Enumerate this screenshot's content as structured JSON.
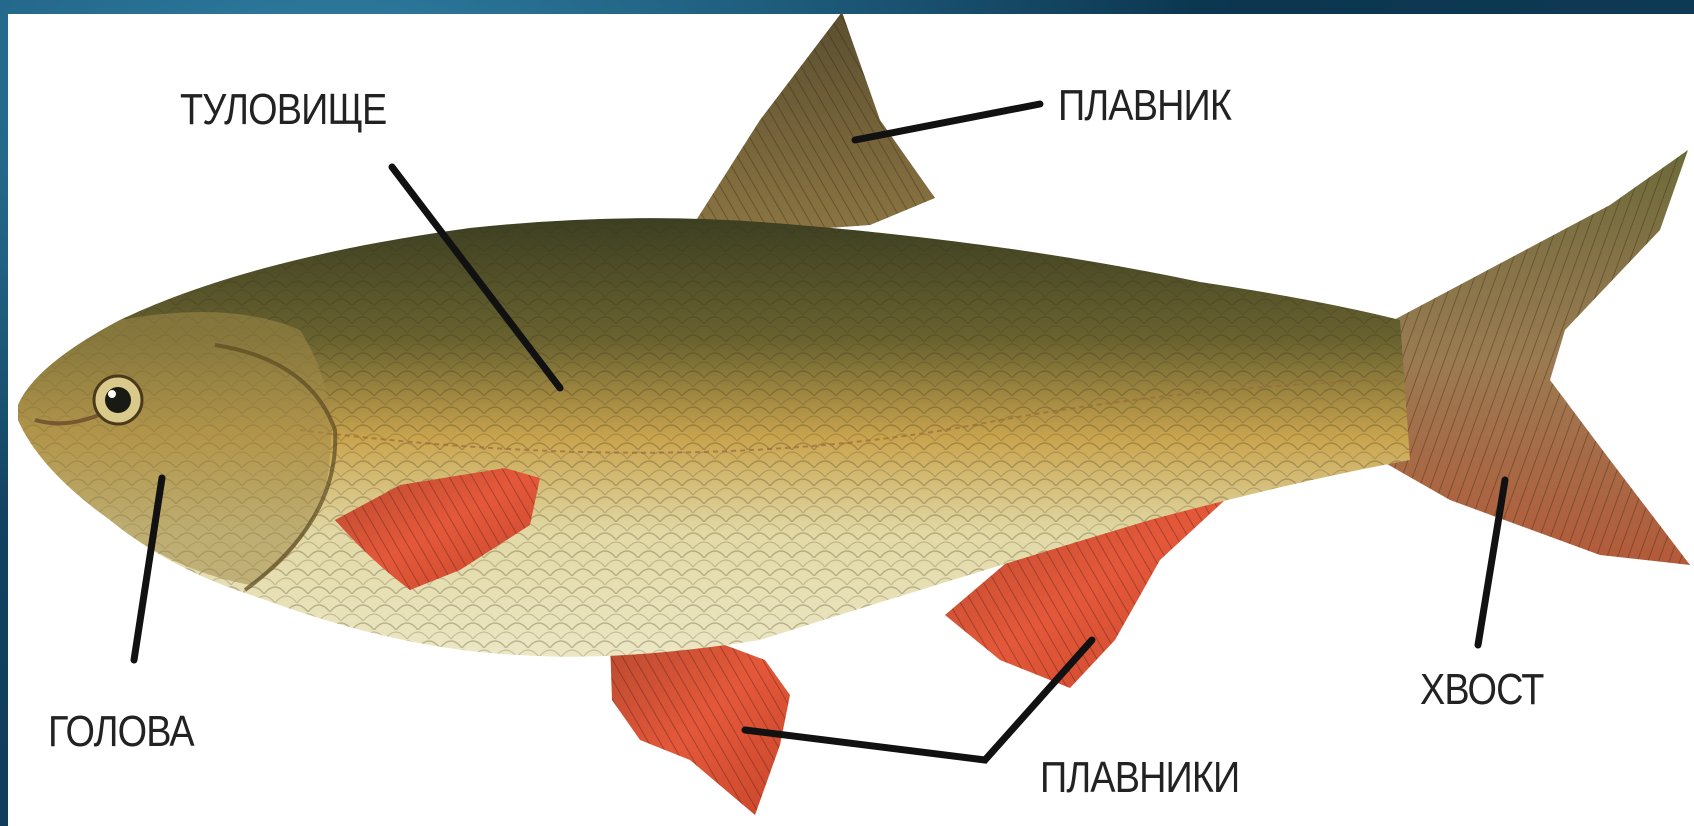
{
  "labels": {
    "body": "ТУЛОВИЩЕ",
    "dorsal_fin": "ПЛАВНИК",
    "head": "ГОЛОВА",
    "fins": "ПЛАВНИКИ",
    "tail": "ХВОСТ"
  },
  "colors": {
    "background": "#0d3550",
    "panel": "#ffffff",
    "label_text": "#222222",
    "leader_line": "#111111",
    "fish_back": "#3c3f22",
    "fish_flank": "#c9a44e",
    "fish_belly": "#ece7c4",
    "fin_red": "#e4583a",
    "fin_brown": "#6a5a35"
  }
}
